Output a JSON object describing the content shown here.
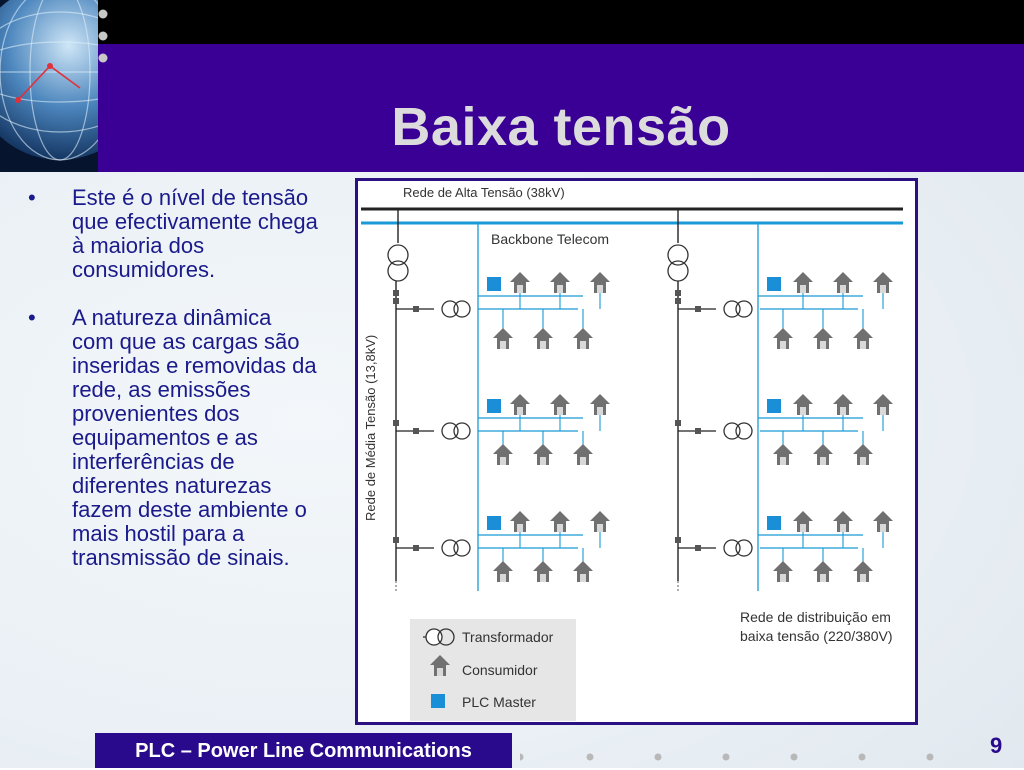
{
  "slide": {
    "title": "Baixa tensão",
    "page_number": "9",
    "footer": "PLC – Power Line Communications"
  },
  "bullets": [
    "Este é o nível de tensão que efectivamente chega à maioria dos consumidores.",
    "A natureza dinâmica com que as cargas são inseridas e removidas da rede, as emissões provenientes dos equipamentos e as interferências de diferentes naturezas fazem deste ambiente o mais hostil para a transmissão de sinais."
  ],
  "diagram": {
    "high_voltage_label": "Rede de Alta Tensão (38kV)",
    "backbone_label": "Backbone Telecom",
    "medium_voltage_label": "Rede de Média Tensão (13,8kV)",
    "low_voltage_label_1": "Rede de distribuição em",
    "low_voltage_label_2": "baixa tensão (220/380V)",
    "legend": {
      "transformer": "Transformador",
      "consumer": "Consumidor",
      "plc_master": "PLC Master"
    },
    "colors": {
      "telecom": "#1a9ad6",
      "plc_master": "#1a8fd8",
      "house": "#707070",
      "line": "#222222"
    }
  }
}
